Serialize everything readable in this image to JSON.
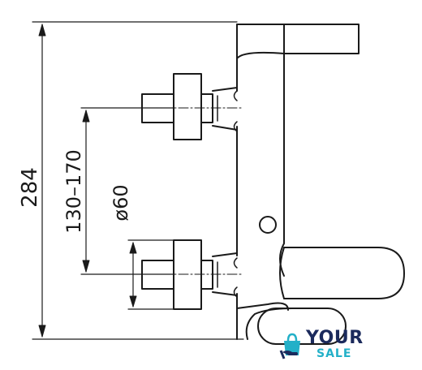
{
  "drawing": {
    "dimensions": {
      "overall_height": "284",
      "spacing": "130–170",
      "diameter": "ø60"
    }
  },
  "watermark": {
    "logo_line1": "YOUR",
    "logo_line2": "SALE",
    "icon": "shopping-bag-hand-icon",
    "colors": {
      "navy": "#1b2a5c",
      "cyan": "#23b0c8"
    }
  }
}
